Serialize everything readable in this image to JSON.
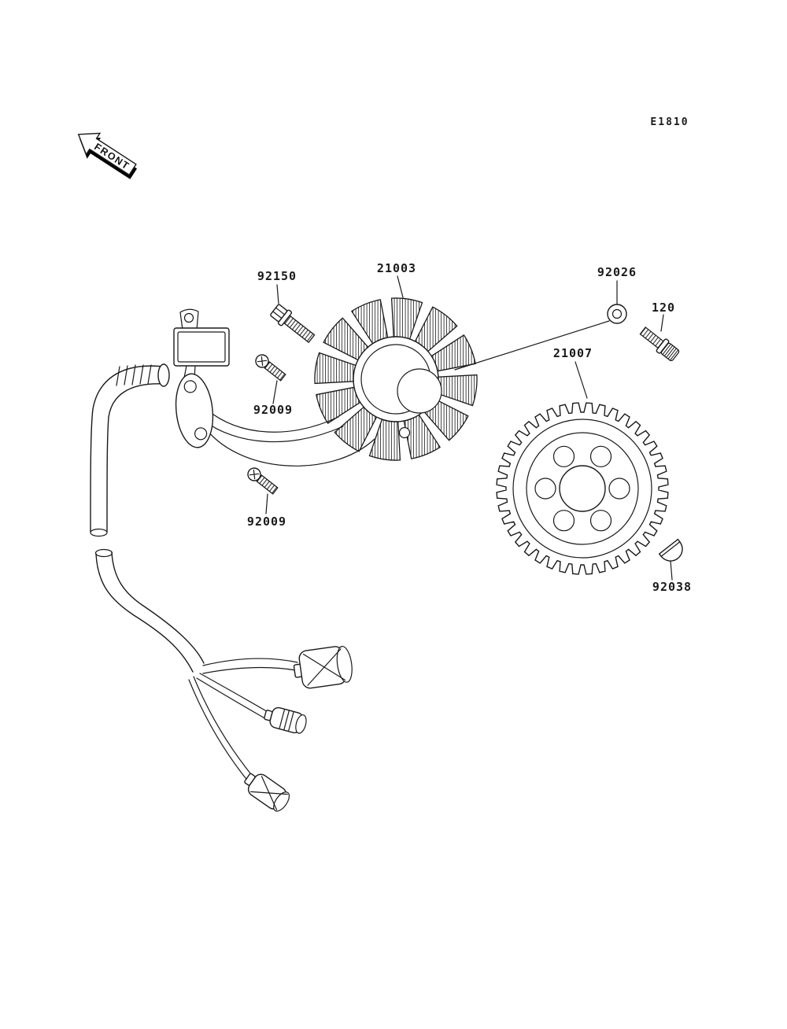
{
  "page": {
    "diagram_code": "E1810",
    "front_label": "FRONT"
  },
  "labels": {
    "bolt_92150": "92150",
    "stator_21003": "21003",
    "washer_92026": "92026",
    "bolt_120": "120",
    "rotor_21007": "21007",
    "screw_92009_upper": "92009",
    "screw_92009_lower": "92009",
    "key_92038": "92038"
  }
}
